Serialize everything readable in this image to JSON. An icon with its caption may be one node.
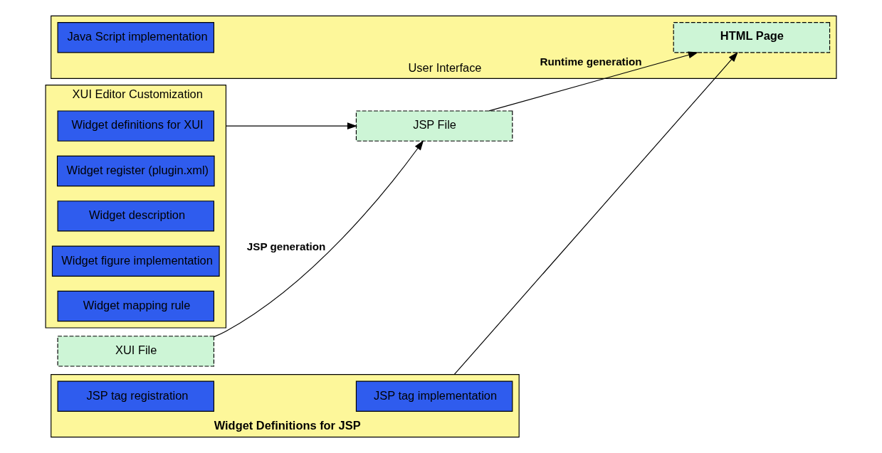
{
  "diagram": {
    "nodes": [
      {
        "text": [
          "XUI File"
        ]
      },
      {
        "text": [
          "JSP File"
        ]
      },
      {
        "text": [
          "XUI Editor Customization"
        ]
      },
      {
        "text": [
          "Widget definitions for XUI"
        ],
        "in": 2
      },
      {
        "text": [
          "Widget register (plugin.xml)"
        ],
        "in": 2
      },
      {
        "text": [
          "Widget description"
        ],
        "in": 2
      },
      {
        "text": [
          "Widget figure implementation"
        ],
        "in": 2
      },
      {
        "text": [
          "Widget mapping rule"
        ],
        "in": 2
      },
      {
        "text": [
          "Widget Definitions for JSP"
        ]
      },
      {
        "text": [
          "JSP tag implementation"
        ],
        "in": 8
      },
      {
        "text": [
          "JSP tag registration"
        ],
        "in": 8
      },
      {
        "text": [
          "User Interface"
        ]
      },
      {
        "text": [
          "Java Script implementation"
        ],
        "in": 11
      },
      {
        "text": [
          "HTML Page"
        ],
        "in": 11
      }
    ],
    "edges": [
      {
        "from": 0,
        "to": 1,
        "arrow": "to",
        "label": "JSP generation"
      },
      {
        "from": 2,
        "to": 1,
        "arrow": "to"
      },
      {
        "from": 1,
        "to": 13,
        "arrow": "to",
        "label": "Runtime generation"
      },
      {
        "from": 8,
        "to": 13,
        "arrow": "to"
      }
    ]
  }
}
